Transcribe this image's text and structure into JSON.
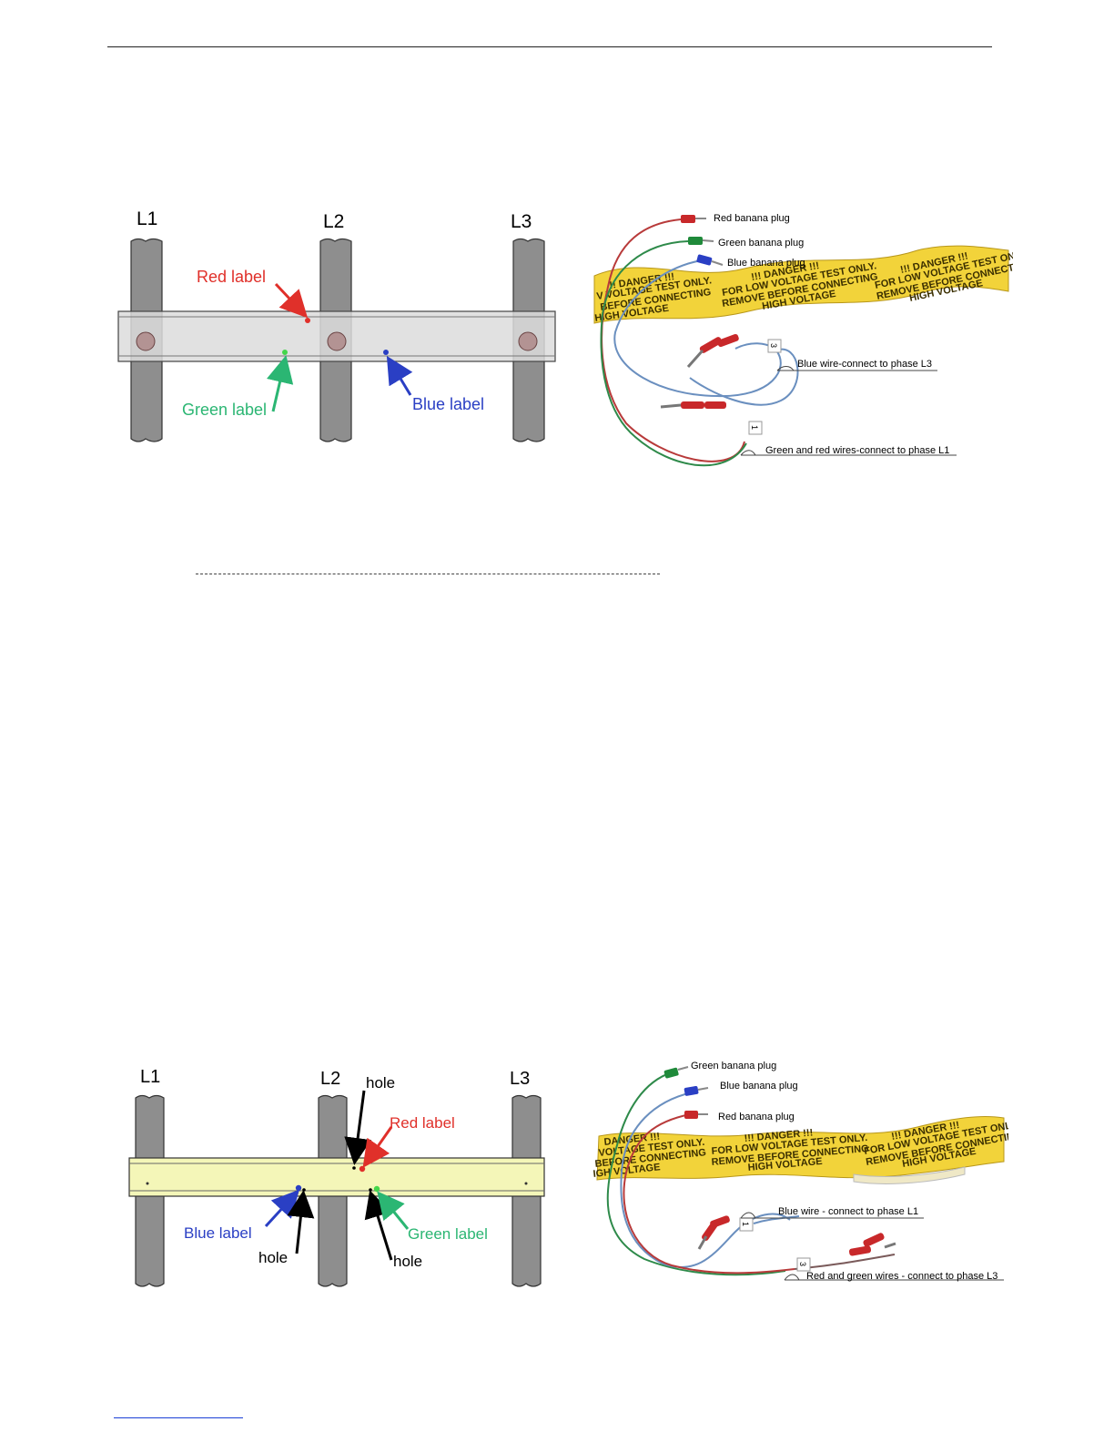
{
  "figure1": {
    "phases": [
      "L1",
      "L2",
      "L3"
    ],
    "labels": {
      "red": "Red label",
      "green": "Green label",
      "blue": "Blue label"
    }
  },
  "photo1": {
    "plugs": {
      "red": "Red banana plug",
      "green": "Green banana plug",
      "blue": "Blue banana plug"
    },
    "wires": {
      "blue": "Blue wire-connect to phase L3",
      "green_red": "Green and red wires-connect to phase L1"
    },
    "tape": {
      "t1": "!! DANGER !!!",
      "t2": "V VOLTAGE TEST ONLY.",
      "t3": "BEFORE CONNECTING",
      "t4": "HIGH VOLTAGE",
      "m1": "!!! DANGER !!!",
      "m2": "FOR LOW VOLTAGE TEST ONLY.",
      "m3": "REMOVE BEFORE CONNECTING",
      "m4": "HIGH VOLTAGE",
      "r1": "!!! DANGER !!!",
      "r2": "FOR LOW VOLTAGE TEST ONLY.",
      "r3": "REMOVE BEFORE CONNECTING",
      "r4": "HIGH VOLTAGE"
    },
    "tags": {
      "a": "3",
      "b": "1"
    }
  },
  "figure2": {
    "phases": [
      "L1",
      "L2",
      "L3"
    ],
    "labels": {
      "red": "Red label",
      "green": "Green label",
      "blue": "Blue label",
      "hole": "hole"
    }
  },
  "photo2": {
    "plugs": {
      "green": "Green banana plug",
      "blue": "Blue banana plug",
      "red": "Red banana plug"
    },
    "wires": {
      "blue": "Blue wire - connect to phase L1",
      "red_green": "Red and green wires - connect to phase L3"
    },
    "tape": {
      "t1": "DANGER !!!",
      "t2": "VOLTAGE TEST ONLY.",
      "t3": "BEFORE CONNECTING",
      "t4": "IGH VOLTAGE",
      "m1": "!!! DANGER !!!",
      "m2": "FOR LOW VOLTAGE TEST ONLY.",
      "m3": "REMOVE BEFORE CONNECTING",
      "m4": "HIGH VOLTAGE",
      "r1": "!!! DANGER !!!",
      "r2": "FOR LOW VOLTAGE TEST ONLY.",
      "r3": "REMOVE BEFORE CONNECTING",
      "r4": "HIGH VOLTAGE"
    },
    "tags": {
      "a": "1",
      "b": "3"
    }
  },
  "colors": {
    "red": "#e0302a",
    "green": "#2bb673",
    "blue": "#2a3fc4",
    "phase_bar": "#8e8e8e",
    "rail1": "#dcdcdc",
    "rail2": "#f4f6b8",
    "tape": "#f2d33a"
  }
}
